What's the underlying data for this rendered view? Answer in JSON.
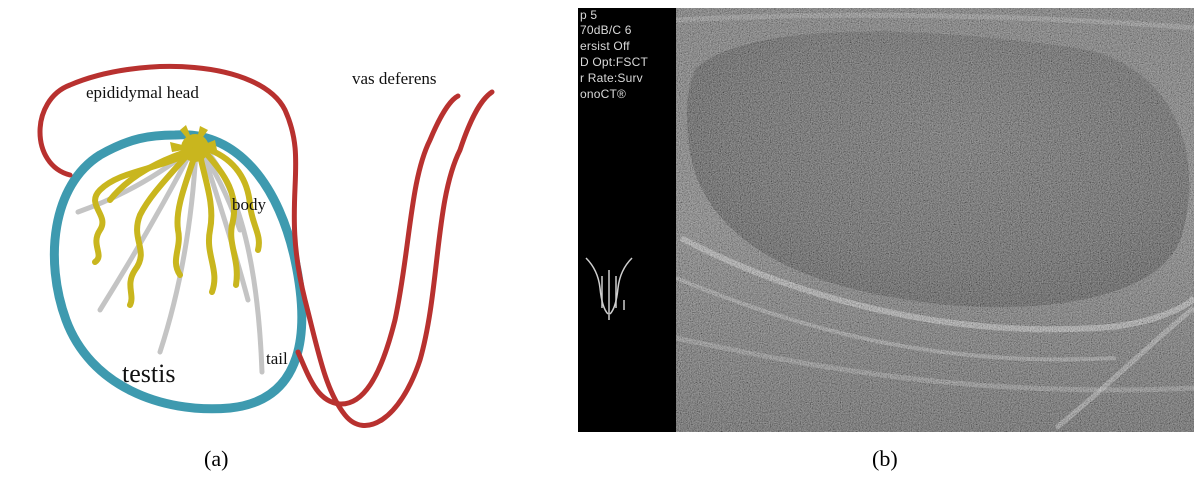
{
  "panel_a": {
    "labels": {
      "epididymal_head": "epididymal head",
      "vas_deferens": "vas deferens",
      "body": "body",
      "tail": "tail",
      "testis": "testis"
    },
    "colors": {
      "epididymis": "#b8312f",
      "testis_outline": "#3e9aaf",
      "tubules": "#c9b61e",
      "septa": "#c4c4c4"
    },
    "caption": "(a)"
  },
  "panel_b": {
    "overlay_text": [
      "p 5",
      "70dB/C 6",
      "ersist Off",
      "D Opt:FSCT",
      "r Rate:Surv",
      "onoCT®"
    ],
    "caption": "(b)"
  }
}
